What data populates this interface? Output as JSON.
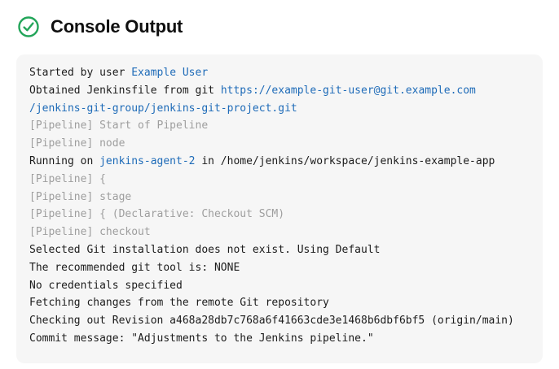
{
  "header": {
    "title": "Console Output",
    "status_icon": "success-check-icon"
  },
  "colors": {
    "success_green": "#23a55a",
    "link": "#1e6bb8",
    "muted": "#9e9e9e",
    "text": "#1c1c1c",
    "console_bg": "#f6f6f6"
  },
  "console": {
    "lines": [
      {
        "segments": [
          {
            "t": "Started by user ",
            "s": "text"
          },
          {
            "t": "Example User",
            "s": "link"
          }
        ]
      },
      {
        "segments": [
          {
            "t": "Obtained Jenkinsfile from git ",
            "s": "text"
          },
          {
            "t": "https://example-git-user@git.example.com",
            "s": "link"
          }
        ]
      },
      {
        "segments": [
          {
            "t": "/jenkins-git-group/jenkins-git-project.git",
            "s": "link"
          }
        ]
      },
      {
        "segments": [
          {
            "t": "[Pipeline] Start of Pipeline",
            "s": "muted"
          }
        ]
      },
      {
        "segments": [
          {
            "t": "[Pipeline] node",
            "s": "muted"
          }
        ]
      },
      {
        "segments": [
          {
            "t": "Running on ",
            "s": "text"
          },
          {
            "t": "jenkins-agent-2",
            "s": "link"
          },
          {
            "t": " in /home/jenkins/workspace/jenkins-example-app",
            "s": "text"
          }
        ]
      },
      {
        "segments": [
          {
            "t": "[Pipeline] {",
            "s": "muted"
          }
        ]
      },
      {
        "segments": [
          {
            "t": "[Pipeline] stage",
            "s": "muted"
          }
        ]
      },
      {
        "segments": [
          {
            "t": "[Pipeline] { (Declarative: Checkout SCM)",
            "s": "muted"
          }
        ]
      },
      {
        "segments": [
          {
            "t": "[Pipeline] checkout",
            "s": "muted"
          }
        ]
      },
      {
        "segments": [
          {
            "t": "Selected Git installation does not exist. Using Default",
            "s": "text"
          }
        ]
      },
      {
        "segments": [
          {
            "t": "The recommended git tool is: NONE",
            "s": "text"
          }
        ]
      },
      {
        "segments": [
          {
            "t": "No credentials specified",
            "s": "text"
          }
        ]
      },
      {
        "segments": [
          {
            "t": "Fetching changes from the remote Git repository",
            "s": "text"
          }
        ]
      },
      {
        "segments": [
          {
            "t": "Checking out Revision a468a28db7c768a6f41663cde3e1468b6dbf6bf5 (origin/main)",
            "s": "text"
          }
        ]
      },
      {
        "segments": [
          {
            "t": "Commit message: \"Adjustments to the Jenkins pipeline.\"",
            "s": "text"
          }
        ]
      }
    ]
  }
}
